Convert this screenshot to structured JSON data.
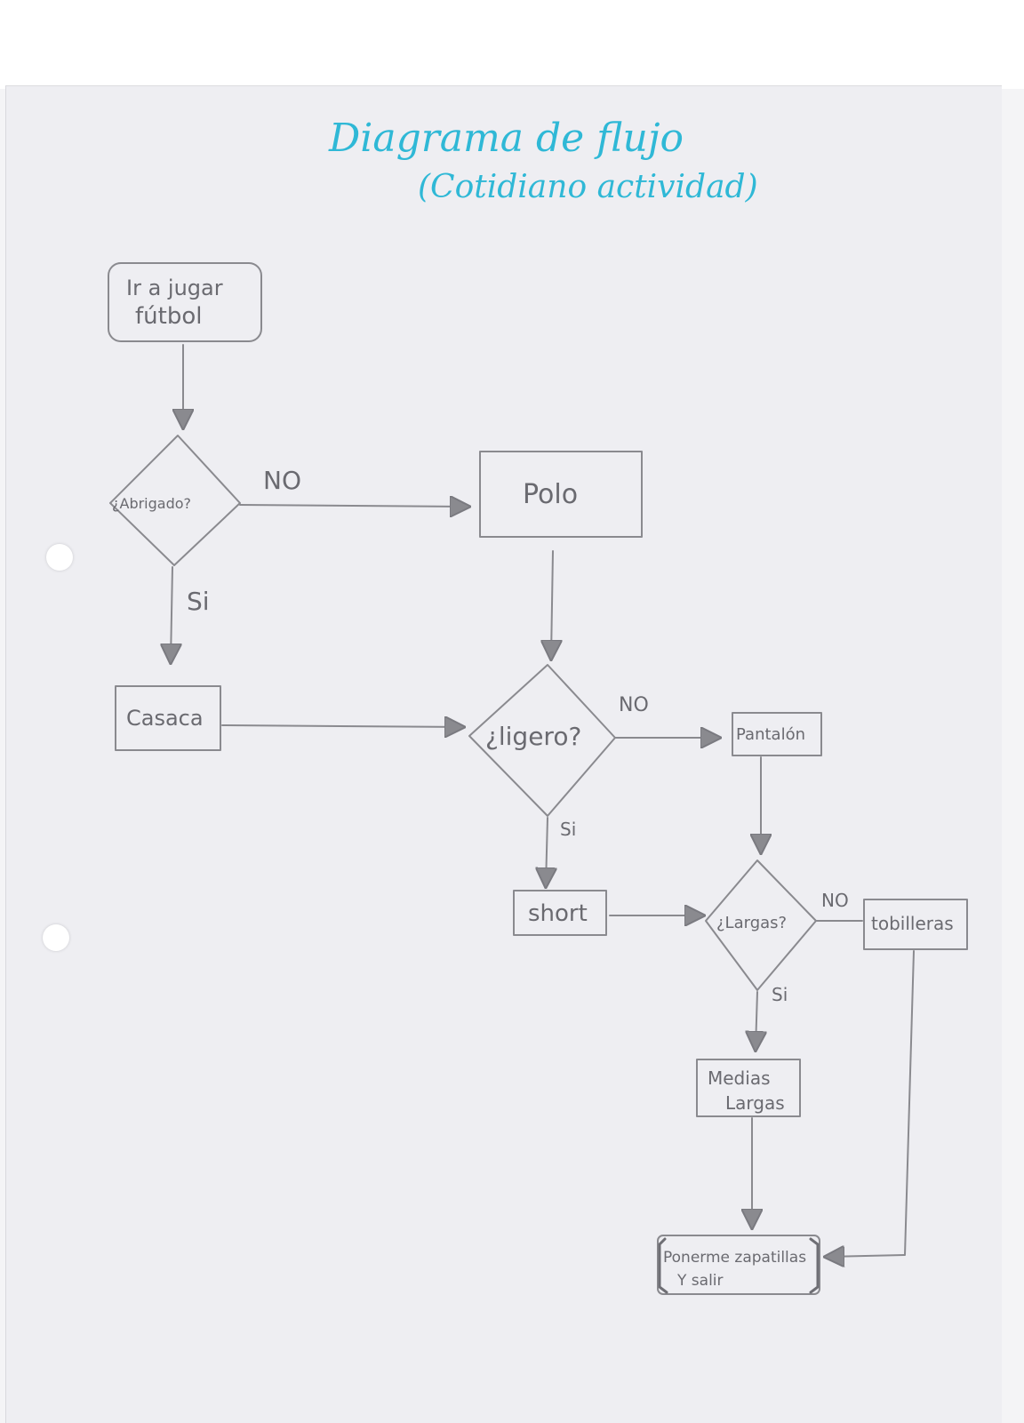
{
  "title": "Diagrama de flujo",
  "subtitle": "(Cotidiano actividad)",
  "nodes": {
    "start": [
      "Ir a jugar",
      "fútbol"
    ],
    "d_abrigado": "¿Abrigado?",
    "polo": "Polo",
    "casaca": "Casaca",
    "d_ligero": "¿ligero?",
    "pantalon": "Pantalón",
    "short": "short",
    "d_largas": "¿Largas?",
    "tobilleras": "tobilleras",
    "medias": [
      "Medias",
      "Largas"
    ],
    "end": [
      "Ponerme zapatillas",
      "Y salir"
    ]
  },
  "edge_labels": {
    "abrigado_no": "NO",
    "abrigado_si": "Si",
    "ligero_no": "NO",
    "ligero_si": "Si",
    "largas_no": "NO",
    "largas_si": "Si"
  },
  "colors": {
    "ink_title": "#2fb8d6",
    "pencil": "#8a8a8f",
    "paper": "#eeeef2"
  }
}
